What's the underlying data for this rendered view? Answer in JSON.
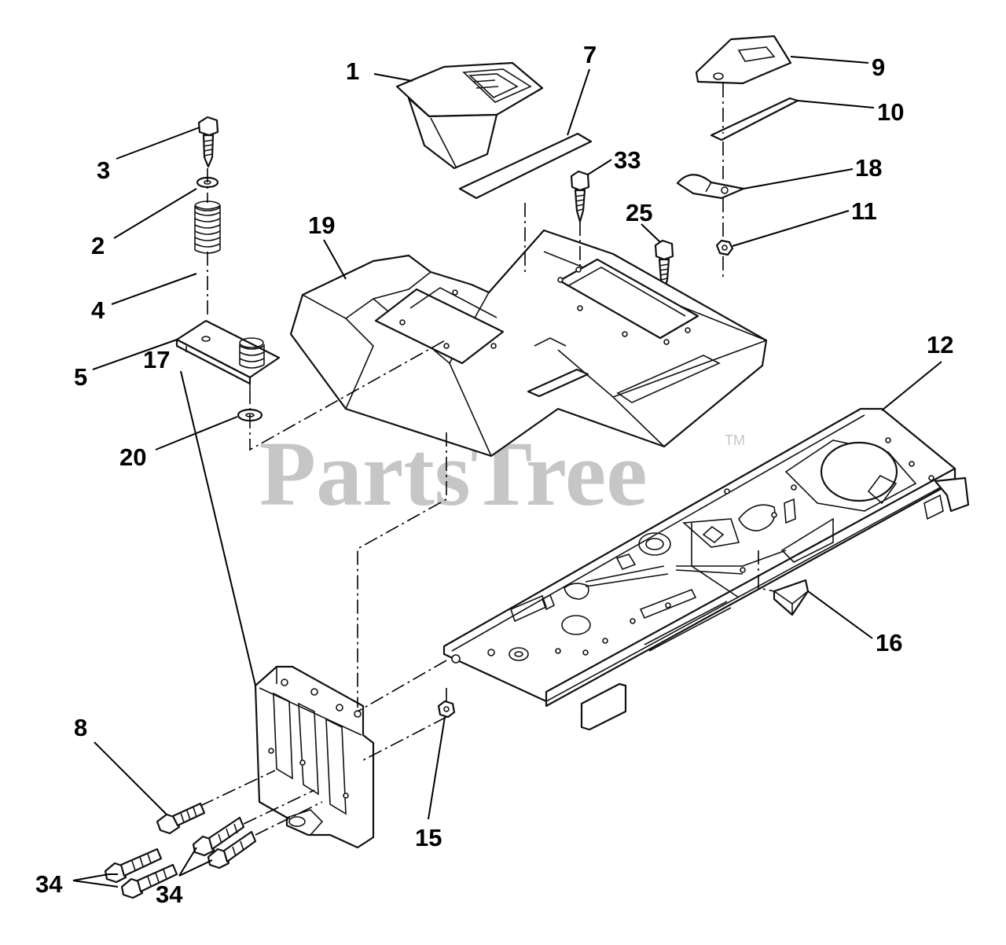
{
  "watermark": {
    "text": "PartsTree",
    "trademark": "TM",
    "color": "#c6c6c6"
  },
  "callouts": {
    "c1": "1",
    "c2": "2",
    "c3": "3",
    "c4": "4",
    "c5": "5",
    "c7": "7",
    "c8": "8",
    "c9": "9",
    "c10": "10",
    "c11": "11",
    "c12": "12",
    "c15": "15",
    "c16": "16",
    "c17": "17",
    "c18": "18",
    "c19": "19",
    "c20": "20",
    "c25": "25",
    "c33": "33",
    "c34a": "34",
    "c34b": "34"
  }
}
